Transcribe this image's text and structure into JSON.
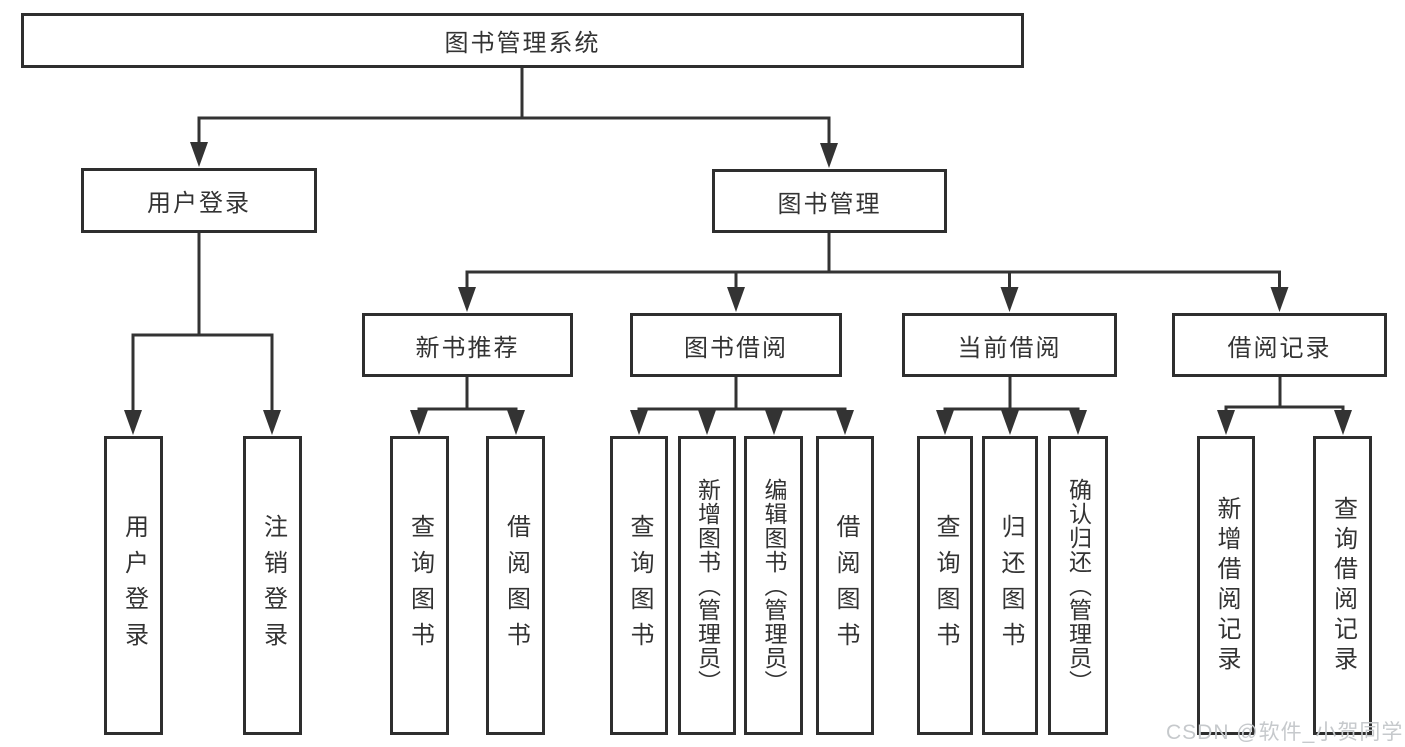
{
  "diagram": {
    "root": {
      "label": "图书管理系统"
    },
    "branches": [
      {
        "label": "用户登录",
        "children": [
          {
            "label": "用户登录"
          },
          {
            "label": "注销登录"
          }
        ]
      },
      {
        "label": "图书管理",
        "children": [
          {
            "label": "新书推荐",
            "children": [
              {
                "label": "查询图书"
              },
              {
                "label": "借阅图书"
              }
            ]
          },
          {
            "label": "图书借阅",
            "children": [
              {
                "label": "查询图书"
              },
              {
                "label": "新增图书（管理员）"
              },
              {
                "label": "编辑图书（管理员）"
              },
              {
                "label": "借阅图书"
              }
            ]
          },
          {
            "label": "当前借阅",
            "children": [
              {
                "label": "查询图书"
              },
              {
                "label": "归还图书"
              },
              {
                "label": "确认归还（管理员）"
              }
            ]
          },
          {
            "label": "借阅记录",
            "children": [
              {
                "label": "新增借阅记录"
              },
              {
                "label": "查询借阅记录"
              }
            ]
          }
        ]
      }
    ]
  },
  "watermark": {
    "text": "CSDN @软件_小贺同学"
  },
  "colors": {
    "line": "#333333",
    "box_border": "#2e2e2e",
    "text": "#333333",
    "watermark": "#c6c9cc",
    "background": "#ffffff"
  }
}
